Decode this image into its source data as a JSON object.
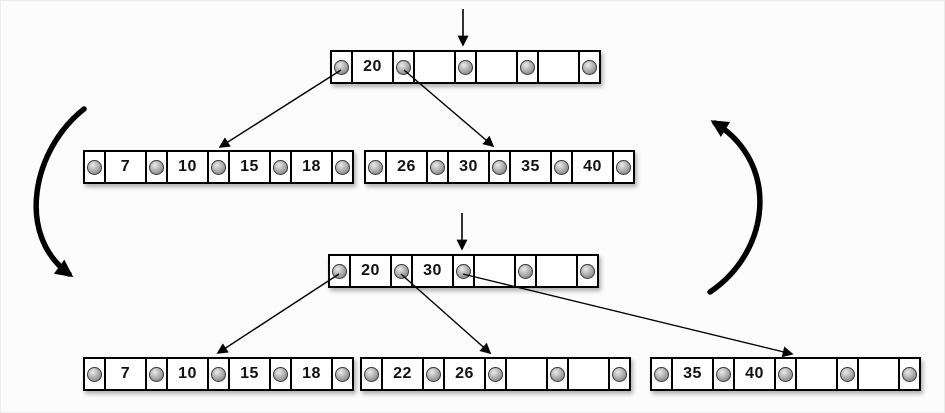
{
  "colors": {
    "line": "#000000",
    "node_border": "#000000",
    "node_fill": "#ffffff",
    "background": "#fcfcfc"
  },
  "icons": {
    "pointer_dot": "filled-circle",
    "insertion_cursor": "down-arrow",
    "child_link": "diagonal-arrow",
    "cycle_left": "thick-curved-arrow-down",
    "cycle_right": "thick-curved-arrow-up"
  },
  "tree_before": {
    "root": {
      "keys": [
        "20",
        "",
        "",
        ""
      ]
    },
    "children": [
      {
        "keys": [
          "7",
          "10",
          "15",
          "18"
        ]
      },
      {
        "keys": [
          "26",
          "30",
          "35",
          "40"
        ]
      }
    ]
  },
  "tree_after": {
    "root": {
      "keys": [
        "20",
        "30",
        "",
        ""
      ]
    },
    "children": [
      {
        "keys": [
          "7",
          "10",
          "15",
          "18"
        ]
      },
      {
        "keys": [
          "22",
          "26",
          "",
          ""
        ]
      },
      {
        "keys": [
          "35",
          "40",
          "",
          ""
        ]
      }
    ]
  }
}
